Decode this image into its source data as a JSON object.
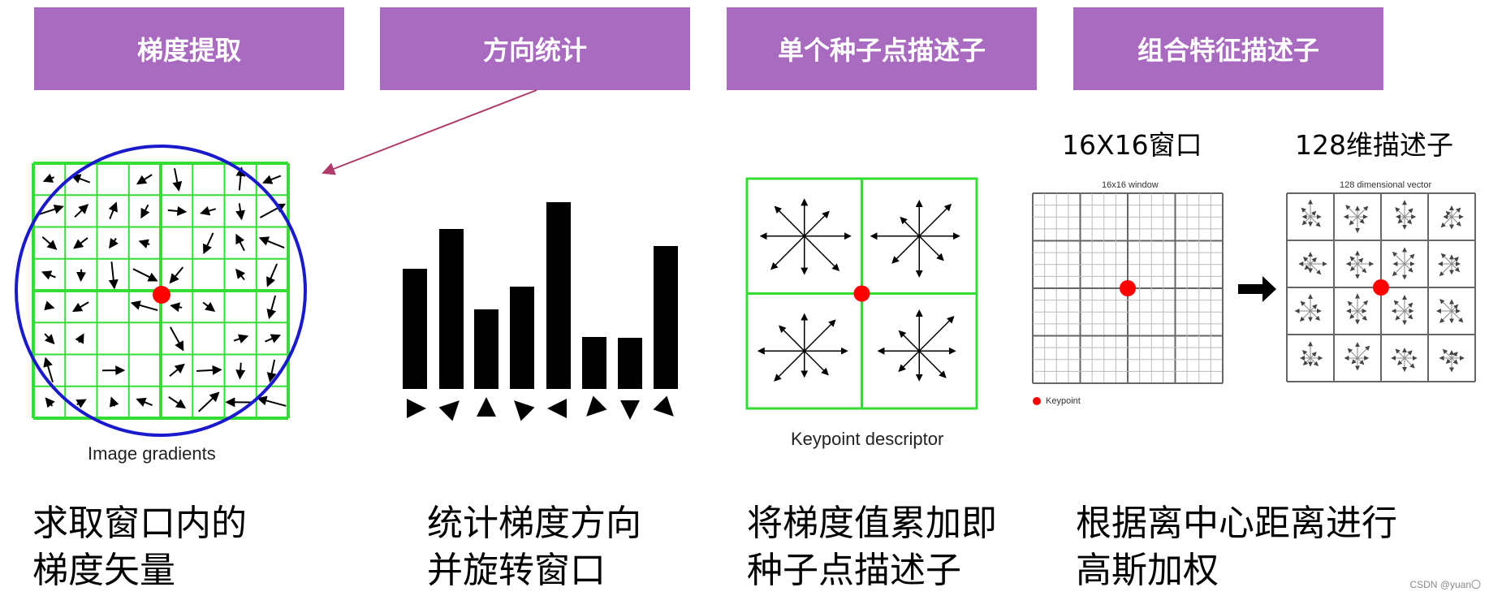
{
  "steps": [
    {
      "title": "梯度提取",
      "caption_line1": "求取窗口内的",
      "caption_line2": "梯度矢量"
    },
    {
      "title": "方向统计",
      "caption_line1": "统计梯度方向",
      "caption_line2": "并旋转窗口"
    },
    {
      "title": "单个种子点描述子",
      "caption_line1": "将梯度值累加即",
      "caption_line2": "种子点描述子"
    },
    {
      "title": "组合特征描述子",
      "caption_line1": "根据离中心距离进行",
      "caption_line2": "高斯加权"
    }
  ],
  "figures": {
    "gradients_label": "Image gradients",
    "descriptor_label": "Keypoint descriptor",
    "window_heading": "16X16窗口",
    "vector_heading": "128维描述子",
    "window_title": "16x16 window",
    "vector_title": "128 dimensional vector",
    "keypoint_legend": "Keypoint"
  },
  "histogram": {
    "directions": [
      "right",
      "up-right",
      "up",
      "up-left",
      "left",
      "down-left",
      "down",
      "down-right"
    ],
    "values": [
      148,
      197,
      98,
      126,
      230,
      64,
      63,
      176
    ]
  },
  "colors": {
    "header": "#a96bbf",
    "grid_green": "#33dd33",
    "circle_blue": "#1a1acc",
    "keypoint_red": "#ff0000",
    "arrow_line": "#b03a6a"
  },
  "watermark": "CSDN @yuan〇"
}
